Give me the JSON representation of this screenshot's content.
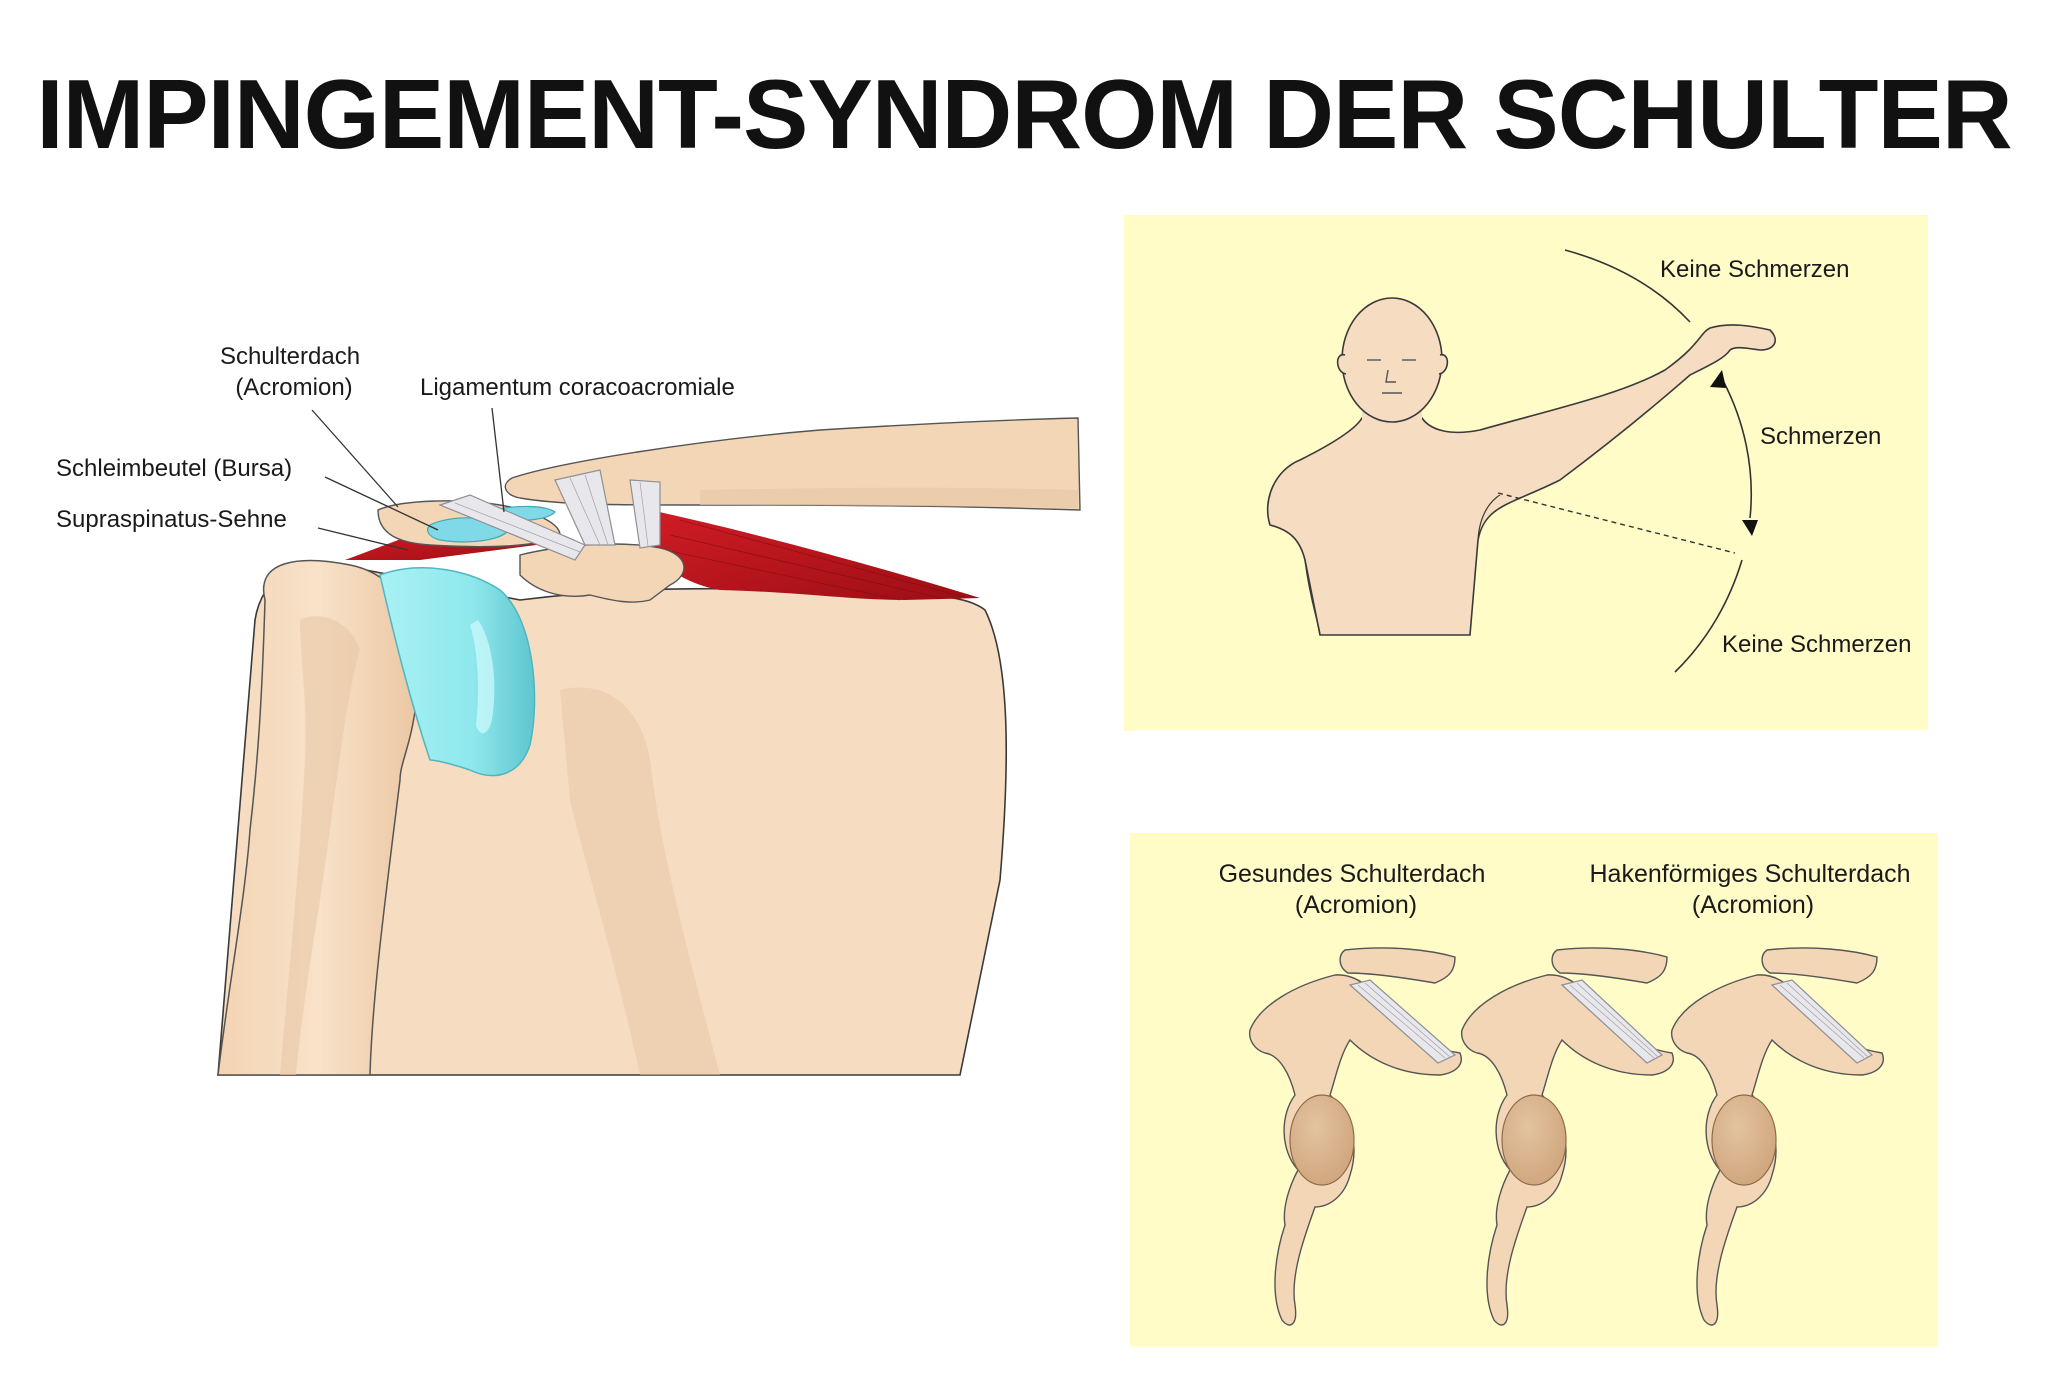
{
  "title": "IMPINGEMENT-SYNDROM DER SCHULTER",
  "anatomy_labels": {
    "acromion_line1": "Schulterdach",
    "acromion_line2": "(Acromion)",
    "ligament": "Ligamentum coracoacromiale",
    "bursa": "Schleimbeutel (Bursa)",
    "tendon": "Supraspinatus-Sehne"
  },
  "pain_arc_panel": {
    "no_pain_top": "Keine Schmerzen",
    "pain": "Schmerzen",
    "no_pain_bottom": "Keine Schmerzen"
  },
  "acromion_panel": {
    "healthy_line1": "Gesundes Schulterdach",
    "healthy_line2": "(Acromion)",
    "hooked_line1": "Hakenförmiges Schulterdach",
    "hooked_line2": "(Acromion)"
  },
  "colors": {
    "panel_bg": "#fffcc8",
    "skin": "#f6dcc0",
    "muscle": "#b8141c",
    "cartilage": "#8ee8ec",
    "bursa": "#7fd9e6"
  },
  "icons": {
    "arrow_up": "arrowhead-up-icon",
    "arrow_down": "arrowhead-down-icon"
  }
}
